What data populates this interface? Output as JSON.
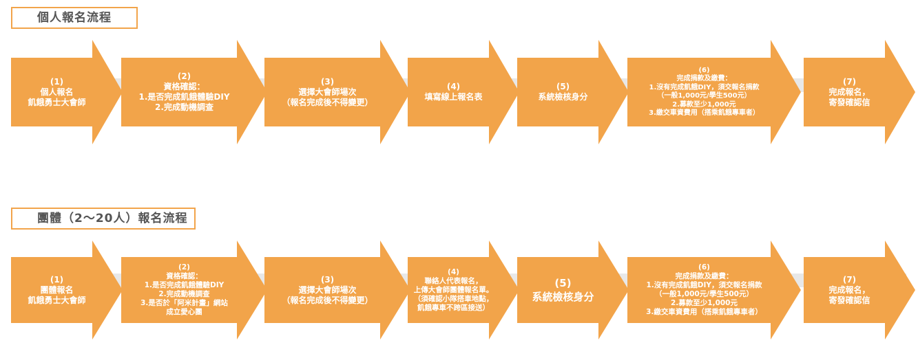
{
  "accent_color": "#F2A44A",
  "track_color": "#E8E8E8",
  "individual": {
    "title": "個人報名流程",
    "steps": [
      {
        "lines": [
          "(1)",
          "個人報名",
          "飢餓勇士大會師"
        ]
      },
      {
        "lines": [
          "(2)",
          "資格確認：",
          "1.是否完成飢餓體驗DIY",
          "2.完成動機調查"
        ]
      },
      {
        "lines": [
          "(3)",
          "選擇大會師場次",
          "（報名完成後不得變更）"
        ]
      },
      {
        "lines": [
          "(4)",
          "填寫線上報名表"
        ]
      },
      {
        "lines": [
          "(5)",
          "系統檢核身分"
        ]
      },
      {
        "lines": [
          "(6)",
          "完成捐款及繳費：",
          "1.沒有完成飢餓DIY，須交報名捐款",
          "（一般1,000元/學生500元）",
          "2.募款至少1,000元",
          "3.繳交車資費用（搭乘飢餓專車者）"
        ]
      },
      {
        "lines": [
          "(7)",
          "完成報名，",
          "寄發確認信"
        ]
      }
    ]
  },
  "group": {
    "title": "團體（2～20人）報名流程",
    "steps": [
      {
        "lines": [
          "(1)",
          "團體報名",
          "飢餓勇士大會師"
        ]
      },
      {
        "lines": [
          "(2)",
          "資格確認：",
          "1.是否完成飢餓體驗DIY",
          "2.完成動機調查",
          "3.是否於「阿米計畫」網站",
          "成立愛心團"
        ]
      },
      {
        "lines": [
          "(3)",
          "選擇大會師場次",
          "（報名完成後不得變更）"
        ]
      },
      {
        "lines": [
          "(4)",
          "聯絡人代表報名，",
          "上傳大會師團體報名單。",
          "（須確認小隊搭車地點，",
          "飢餓專車不跨區接送）"
        ]
      },
      {
        "lines": [
          "(5)",
          "系統檢核身分"
        ]
      },
      {
        "lines": [
          "(6)",
          "完成捐款及繳費：",
          "1.沒有完成飢餓DIY，須交報名捐款",
          "（一般1,000元/學生500元）",
          "2.募款至少1,000元",
          "3.繳交車資費用（搭乘飢餓專車者）"
        ]
      },
      {
        "lines": [
          "(7)",
          "完成報名，",
          "寄發確認信"
        ]
      }
    ]
  }
}
